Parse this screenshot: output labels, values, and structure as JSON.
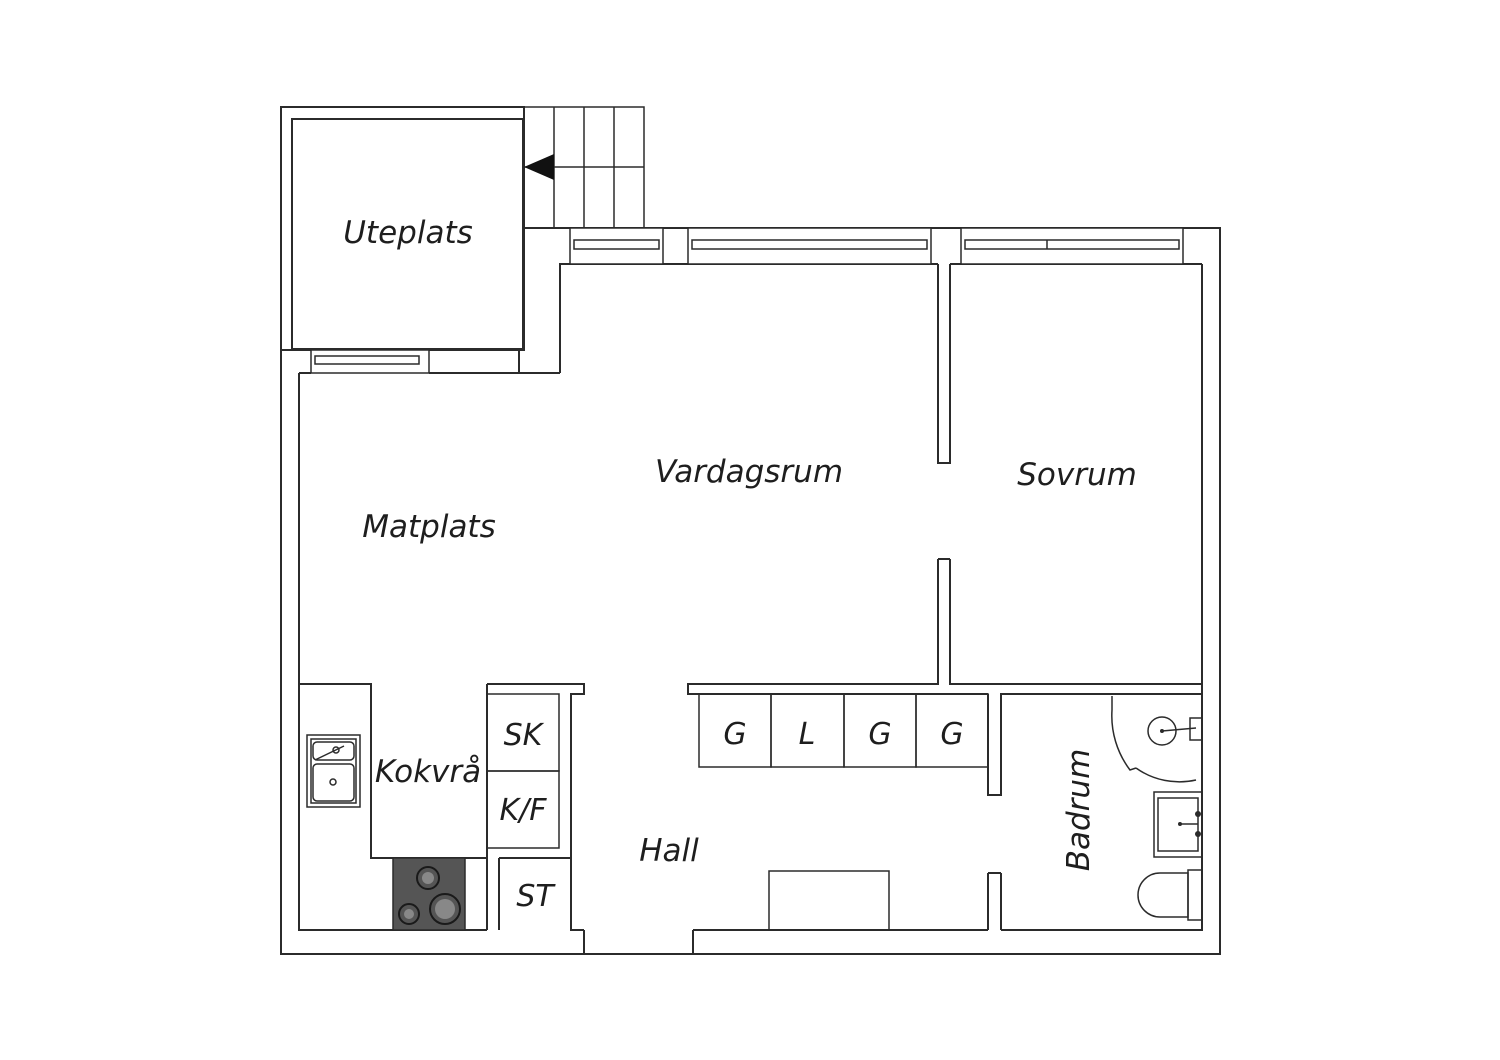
{
  "rooms": {
    "uteplats": "Uteplats",
    "vardagsrum": "Vardagsrum",
    "sovrum": "Sovrum",
    "matplats": "Matplats",
    "kokvra": "Kokvrå",
    "hall": "Hall",
    "badrum": "Badrum"
  },
  "fixtures": {
    "sk": "SK",
    "kf": "K/F",
    "st": "ST",
    "closets": [
      "G",
      "L",
      "G",
      "G"
    ]
  },
  "colors": {
    "walls": "#2b2b2b",
    "stove": "#555555"
  }
}
